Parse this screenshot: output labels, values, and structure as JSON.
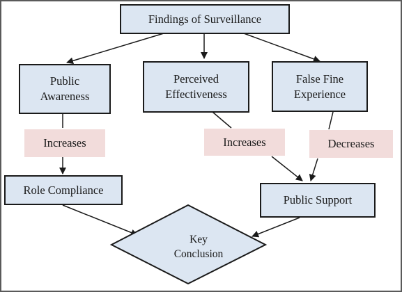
{
  "colors": {
    "box_fill": "#dce6f2",
    "label_fill": "#f2dcdb",
    "stroke": "#1a1a1a",
    "frame": "#5a5a5a"
  },
  "nodes": {
    "top": "Findings of Surveillance",
    "awareness": "Public\nAwareness",
    "effectiveness": "Perceived\nEffectiveness",
    "false_fine": "False Fine\nExperience",
    "role_compliance": "Role Compliance",
    "public_support": "Public Support",
    "conclusion": "Key\nConclusion"
  },
  "edge_labels": {
    "awareness_to_compliance": "Increases",
    "effectiveness_to_support": "Increases",
    "false_fine_to_support": "Decreases"
  }
}
